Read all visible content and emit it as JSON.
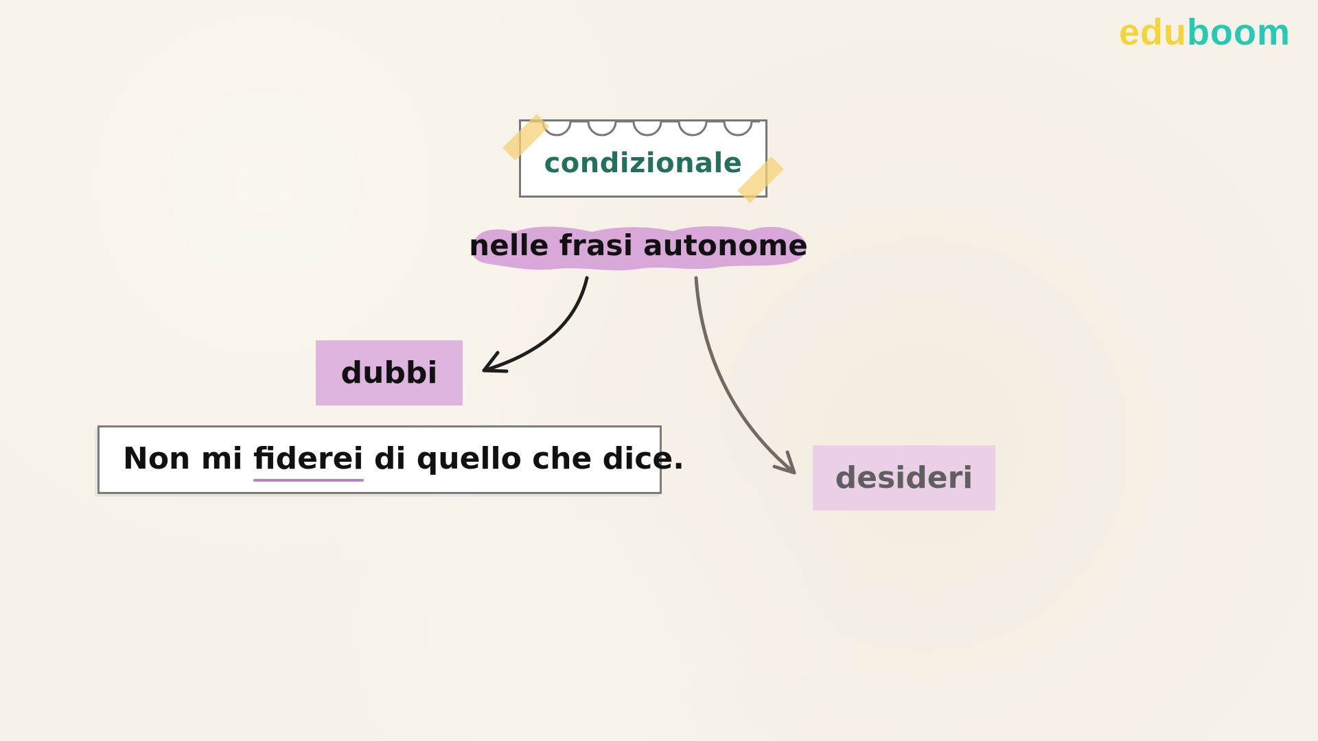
{
  "brand": {
    "prefix": "edu",
    "suffix": "boom",
    "prefix_color": "#f4d43b",
    "suffix_color": "#27c8b4"
  },
  "lesson": {
    "title": "condizionale",
    "subtitle": "nelle frasi autonome",
    "branches": [
      {
        "label": "dubbi",
        "color": "#ddb5df"
      },
      {
        "label": "desideri",
        "color": "#ebcfe6"
      }
    ],
    "example": {
      "before": "Non mi ",
      "highlight": "fiderei",
      "after": " di quello che dice."
    }
  },
  "colors": {
    "background": "#f7f2e8",
    "title_text": "#23705f",
    "headline_highlight": "#d8a8d9",
    "tape": "#f5d275"
  },
  "icons": {
    "left_branch_arrow": "curved-arrow-left-icon",
    "right_branch_arrow": "curved-arrow-right-icon"
  }
}
